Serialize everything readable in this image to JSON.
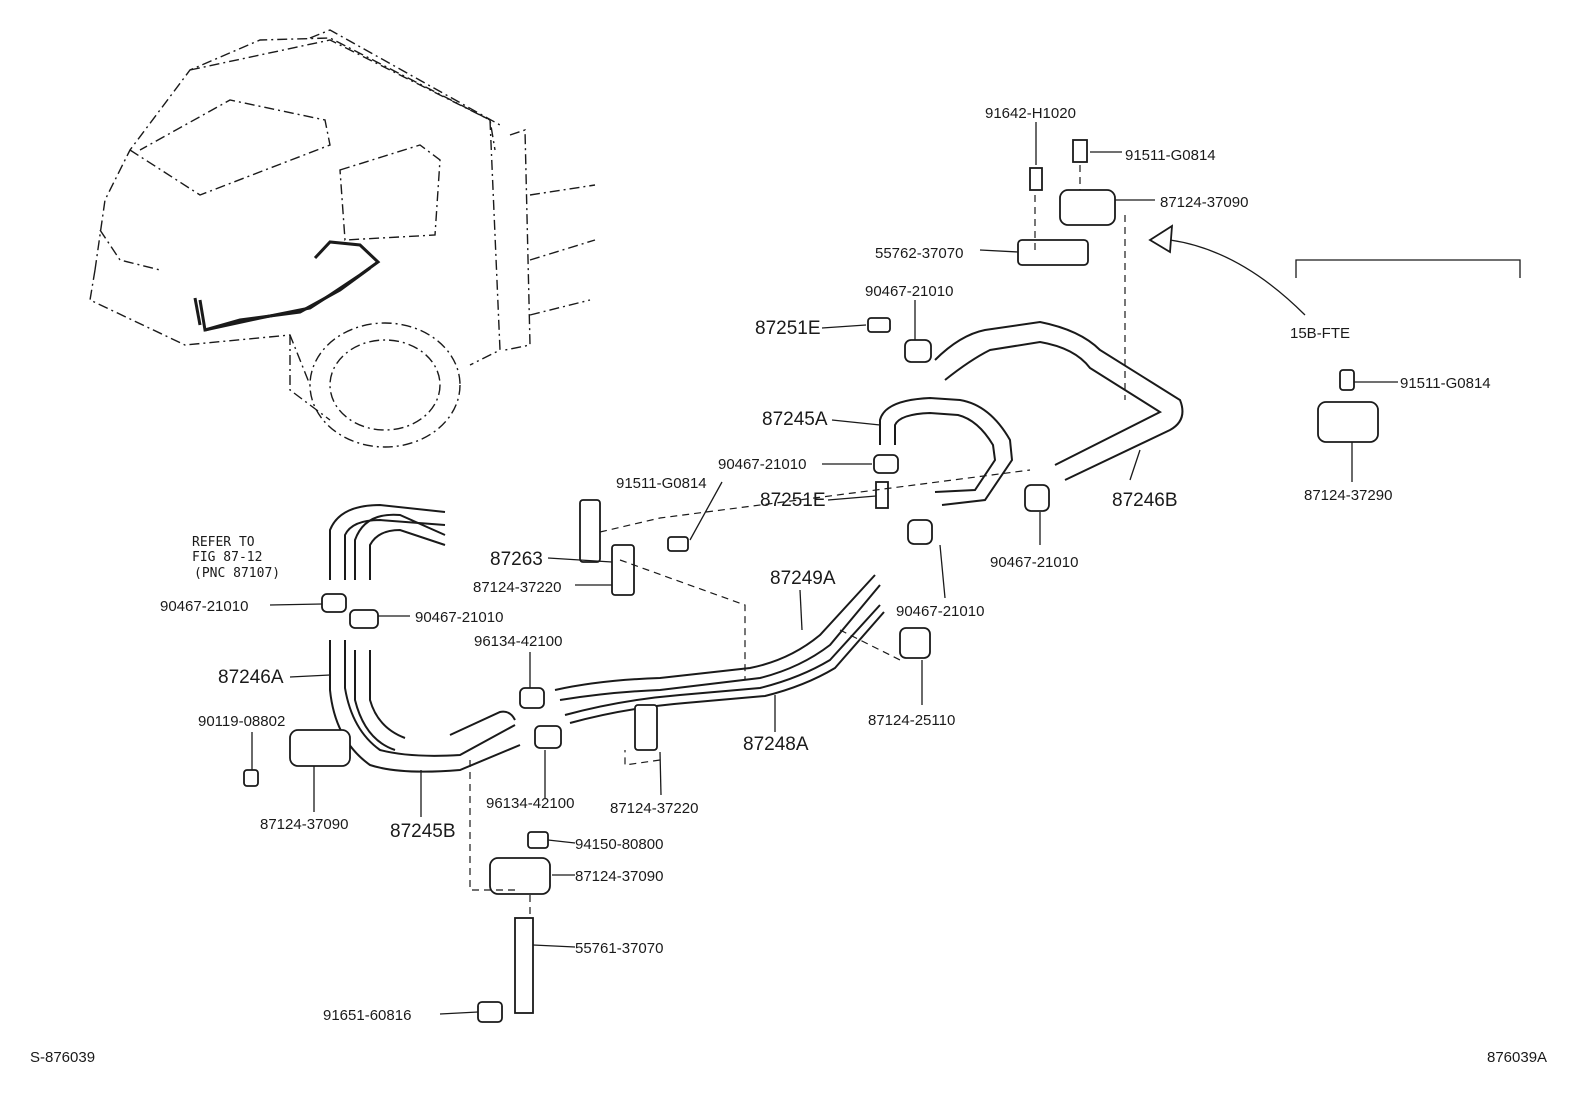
{
  "parts": {
    "p_91642_H1020": "91642-H1020",
    "p_91511_G0814_top": "91511-G0814",
    "p_87124_37090_top": "87124-37090",
    "p_55762_37070": "55762-37070",
    "p_90467_21010_top": "90467-21010",
    "p_87251E_top": "87251E",
    "p_87245A": "87245A",
    "p_90467_21010_mid": "90467-21010",
    "p_87251E_mid": "87251E",
    "p_87246B": "87246B",
    "p_90467_21010_right": "90467-21010",
    "p_90467_21010_center": "90467-21010",
    "p_91511_G0814_mid": "91511-G0814",
    "p_87263": "87263",
    "p_87124_37220_top": "87124-37220",
    "p_87249A": "87249A",
    "p_87124_25110": "87124-25110",
    "p_90467_21010_left1": "90467-21010",
    "p_90467_21010_left2": "90467-21010",
    "p_96134_42100_top": "96134-42100",
    "p_87246A": "87246A",
    "p_90119_08802": "90119-08802",
    "p_87248A": "87248A",
    "p_87124_37220_bot": "87124-37220",
    "p_96134_42100_bot": "96134-42100",
    "p_87124_37090_left": "87124-37090",
    "p_87245B": "87245B",
    "p_94150_80800": "94150-80800",
    "p_87124_37090_bot": "87124-37090",
    "p_55761_37070": "55761-37070",
    "p_91651_60816": "91651-60816"
  },
  "variant": {
    "label": "15B-FTE",
    "p_91511_G0814": "91511-G0814",
    "p_87124_37290": "87124-37290"
  },
  "refer": {
    "line1": "REFER TO",
    "line2": "FIG 87-12",
    "line3": "(PNC 87107)"
  },
  "footer": {
    "left_code": "S-876039",
    "right_code": "876039A"
  },
  "icons": {
    "truck": "truck-cab-outline-icon",
    "arrow": "variant-arrow-icon"
  }
}
